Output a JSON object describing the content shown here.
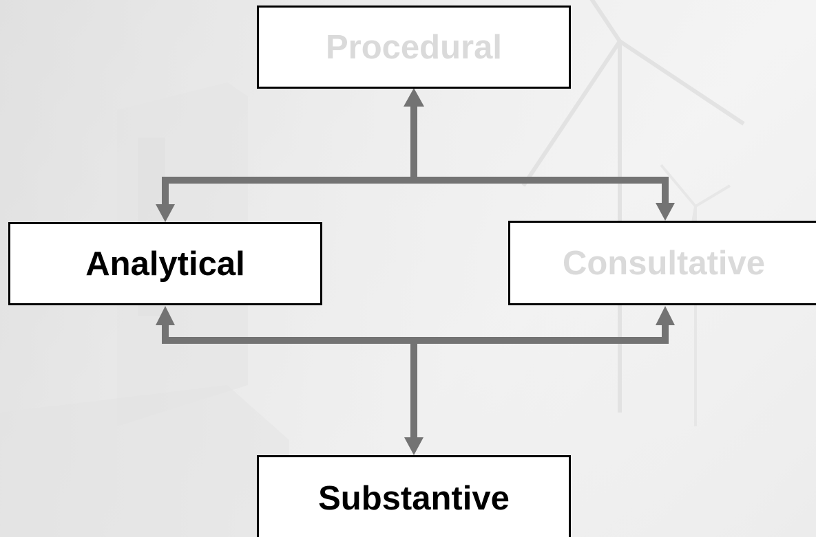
{
  "diagram": {
    "boxes": {
      "procedural": "Procedural",
      "analytical": "Analytical",
      "consultative": "Consultative",
      "substantive": "Substantive"
    },
    "colors": {
      "connector": "#737373",
      "box_border": "#000000",
      "box_fill": "#ffffff",
      "active_text": "#000000",
      "inactive_text": "#dadada"
    },
    "highlighted": [
      "Analytical",
      "Substantive"
    ],
    "connections": [
      {
        "from": "procedural",
        "to": [
          "analytical",
          "consultative"
        ],
        "bidirectional_to_procedural": true
      },
      {
        "from": "substantive",
        "to": [
          "analytical",
          "consultative"
        ],
        "bidirectional_to_substantive": true
      }
    ]
  }
}
